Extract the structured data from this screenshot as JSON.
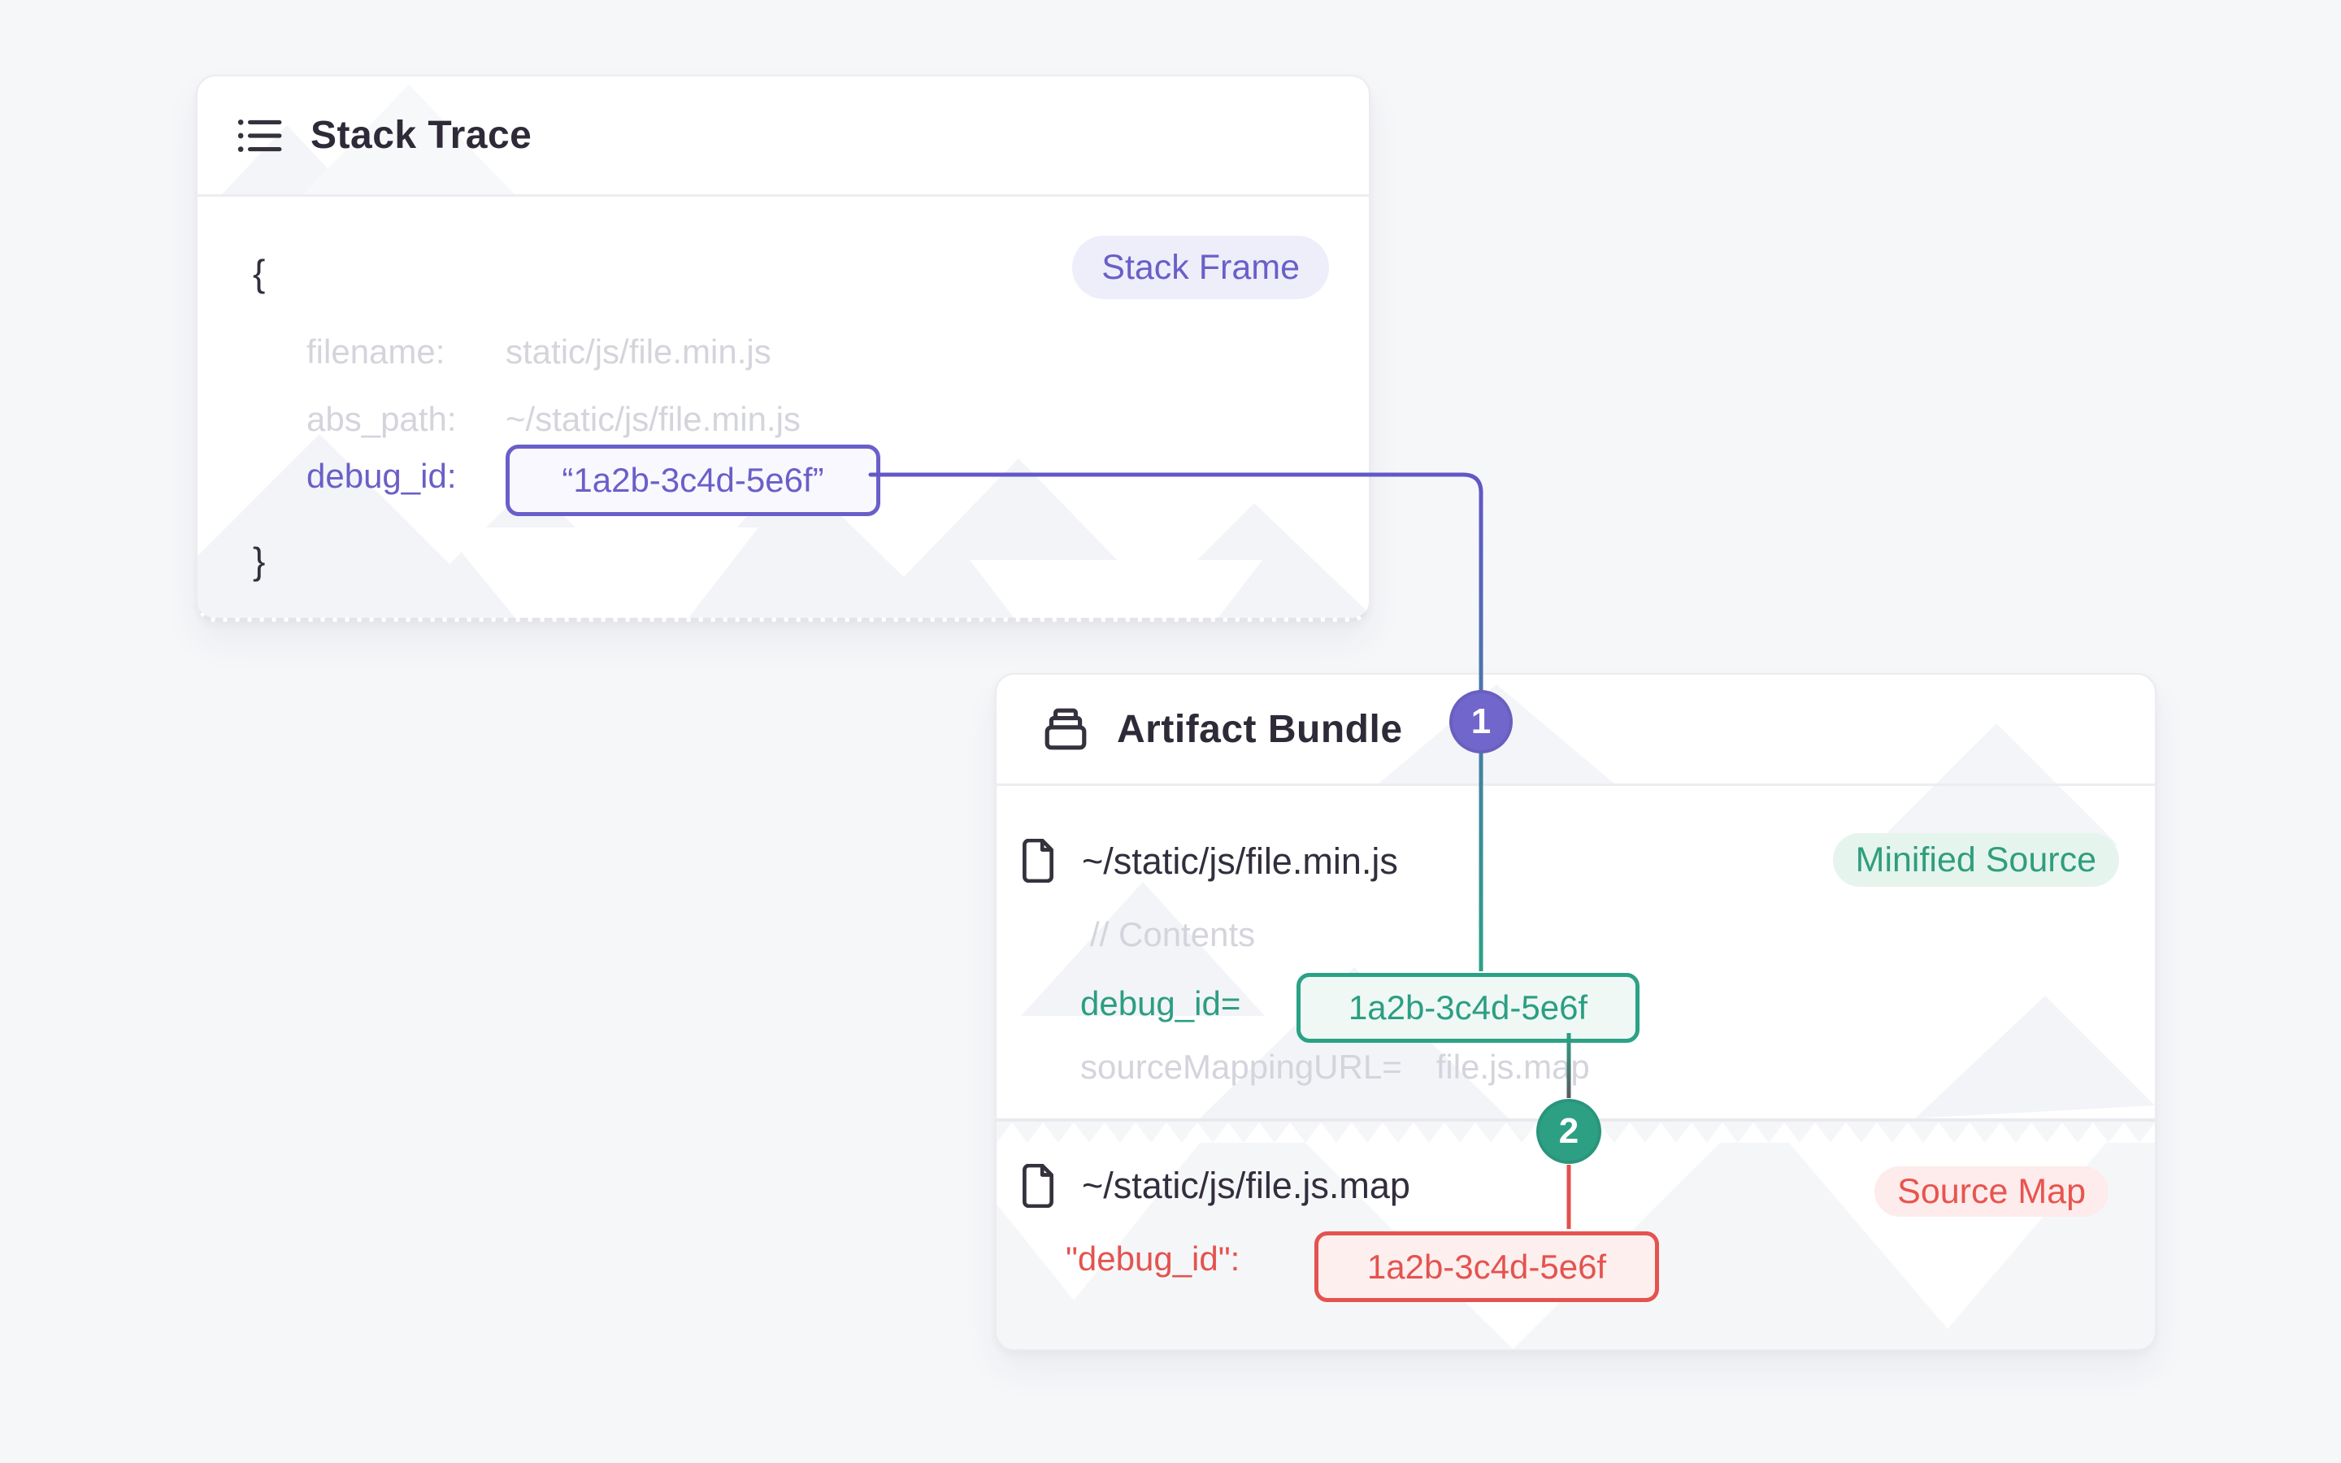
{
  "page": {
    "background": "#f6f7f9"
  },
  "colors": {
    "purple": "#6A5FC8",
    "green": "#2BA185",
    "red": "#E4534F",
    "muted_text": "#D4D4DC",
    "dark_text": "#2F2A38",
    "circle_1_fill": "#7166CB",
    "circle_2_fill": "#2DA083"
  },
  "stack_trace": {
    "title": "Stack Trace",
    "badge": "Stack Frame",
    "brace_open": "{",
    "brace_close": "}",
    "rows": [
      {
        "key": "filename:",
        "value": "static/js/file.min.js"
      },
      {
        "key": "abs_path:",
        "value": "~/static/js/file.min.js"
      }
    ],
    "debug_row": {
      "key": "debug_id:",
      "value": "“1a2b-3c4d-5e6f”"
    }
  },
  "artifact_bundle": {
    "title": "Artifact Bundle",
    "minified_file": {
      "name": "~/static/js/file.min.js",
      "badge": "Minified Source",
      "comment": "// Contents",
      "debug_key": "debug_id=",
      "debug_value": "1a2b-3c4d-5e6f",
      "mapping_key": "sourceMappingURL=",
      "mapping_value": "file.js.map"
    },
    "sourcemap_file": {
      "name": "~/static/js/file.js.map",
      "badge": "Source Map",
      "debug_key": "\"debug_id\":",
      "debug_value": "1a2b-3c4d-5e6f"
    }
  },
  "connectors": {
    "step_1": "1",
    "step_2": "2"
  }
}
